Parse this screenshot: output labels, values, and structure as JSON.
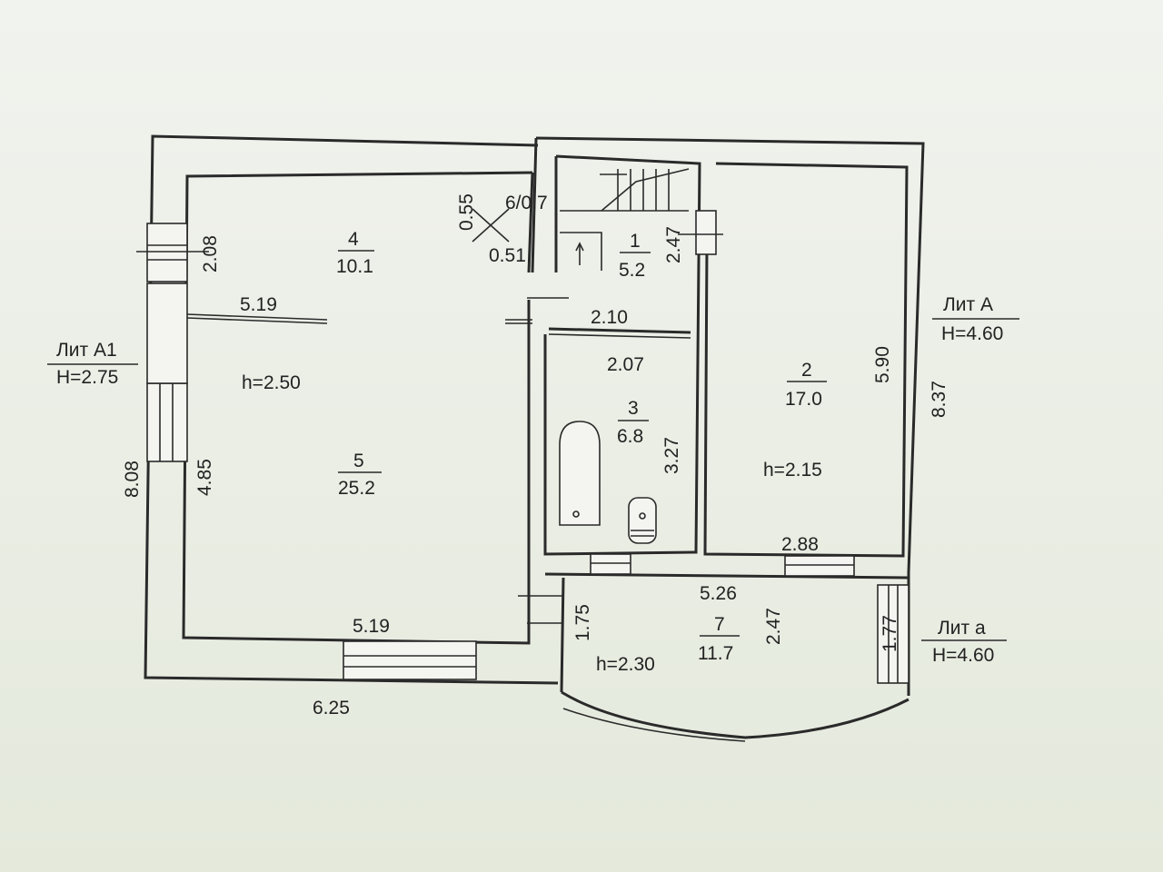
{
  "blocks": {
    "a1": {
      "name": "Лит А1",
      "height": "H=2.75"
    },
    "a": {
      "name": "Лит А",
      "height": "H=4.60"
    },
    "a_small": {
      "name": "Лит а",
      "height": "H=4.60"
    }
  },
  "rooms": {
    "r4": {
      "number": "4",
      "area": "10.1"
    },
    "r1": {
      "number": "1",
      "area": "5.2"
    },
    "r3": {
      "number": "3",
      "area": "6.8"
    },
    "r2": {
      "number": "2",
      "area": "17.0"
    },
    "r5": {
      "number": "5",
      "area": "25.2"
    },
    "r7": {
      "number": "7",
      "area": "11.7"
    }
  },
  "ceiling_heights": {
    "left": "h=2.50",
    "right": "h=2.15",
    "bottom": "h=2.30"
  },
  "dims": {
    "d_208": "2.08",
    "d_055": "0.55",
    "d_6_07": "6/0.7",
    "d_051": "0.51",
    "d_247a": "2.47",
    "d_519a": "5.19",
    "d_210": "2.10",
    "d_207": "2.07",
    "d_590": "5.90",
    "d_837": "8.37",
    "d_327": "3.27",
    "d_485": "4.85",
    "d_808": "8.08",
    "d_288": "2.88",
    "d_526": "5.26",
    "d_175": "1.75",
    "d_247b": "2.47",
    "d_177": "1.77",
    "d_519b": "5.19",
    "d_625": "6.25"
  }
}
